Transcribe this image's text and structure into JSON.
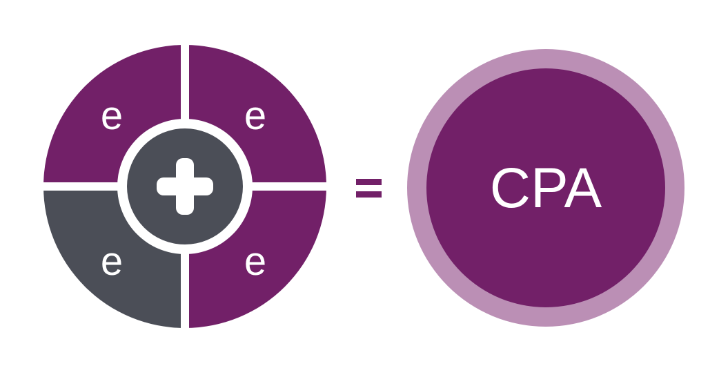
{
  "colors": {
    "purple": "#722068",
    "purple_light": "#bb8fb5",
    "gray": "#4b4e57",
    "white": "#ffffff"
  },
  "quadrants": [
    {
      "label": "e",
      "color": "#722068"
    },
    {
      "label": "e",
      "color": "#722068"
    },
    {
      "label": "e",
      "color": "#4b4e57"
    },
    {
      "label": "e",
      "color": "#722068"
    }
  ],
  "center_icon": "plus-icon",
  "operator": "=",
  "result": {
    "label": "CPA"
  }
}
